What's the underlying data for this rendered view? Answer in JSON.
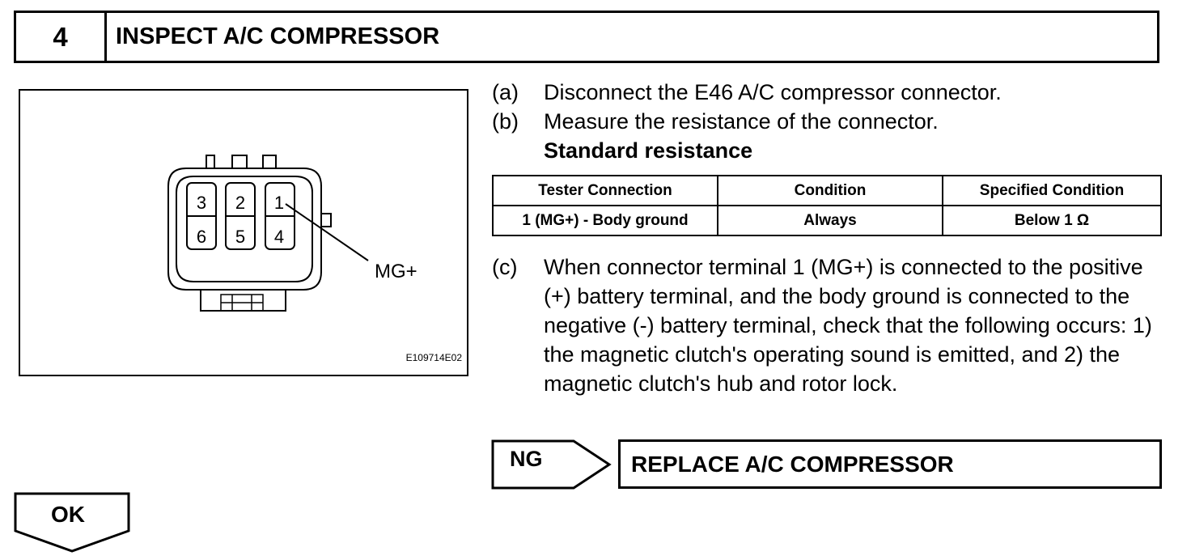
{
  "step": {
    "number": "4",
    "title": "INSPECT A/C COMPRESSOR"
  },
  "figure": {
    "pins_top": [
      "3",
      "2",
      "1"
    ],
    "pins_bottom": [
      "6",
      "5",
      "4"
    ],
    "callout_label": "MG+",
    "code": "E109714E02"
  },
  "instructions": {
    "a": {
      "marker": "(a)",
      "text": "Disconnect the E46 A/C compressor connector."
    },
    "b": {
      "marker": "(b)",
      "text": "Measure the resistance of the connector."
    },
    "standard_heading": "Standard resistance",
    "c": {
      "marker": "(c)",
      "text": "When connector terminal 1 (MG+) is connected to the positive (+) battery terminal, and the body ground is connected to the negative (-) battery terminal, check that the following occurs: 1) the magnetic clutch's operating sound is emitted, and 2) the magnetic clutch's hub and rotor lock."
    }
  },
  "table": {
    "headers": [
      "Tester Connection",
      "Condition",
      "Specified Condition"
    ],
    "rows": [
      [
        "1 (MG+) - Body ground",
        "Always",
        "Below 1 Ω"
      ]
    ]
  },
  "result_ng": {
    "label": "NG",
    "action": "REPLACE A/C COMPRESSOR"
  },
  "result_ok": {
    "label": "OK"
  }
}
